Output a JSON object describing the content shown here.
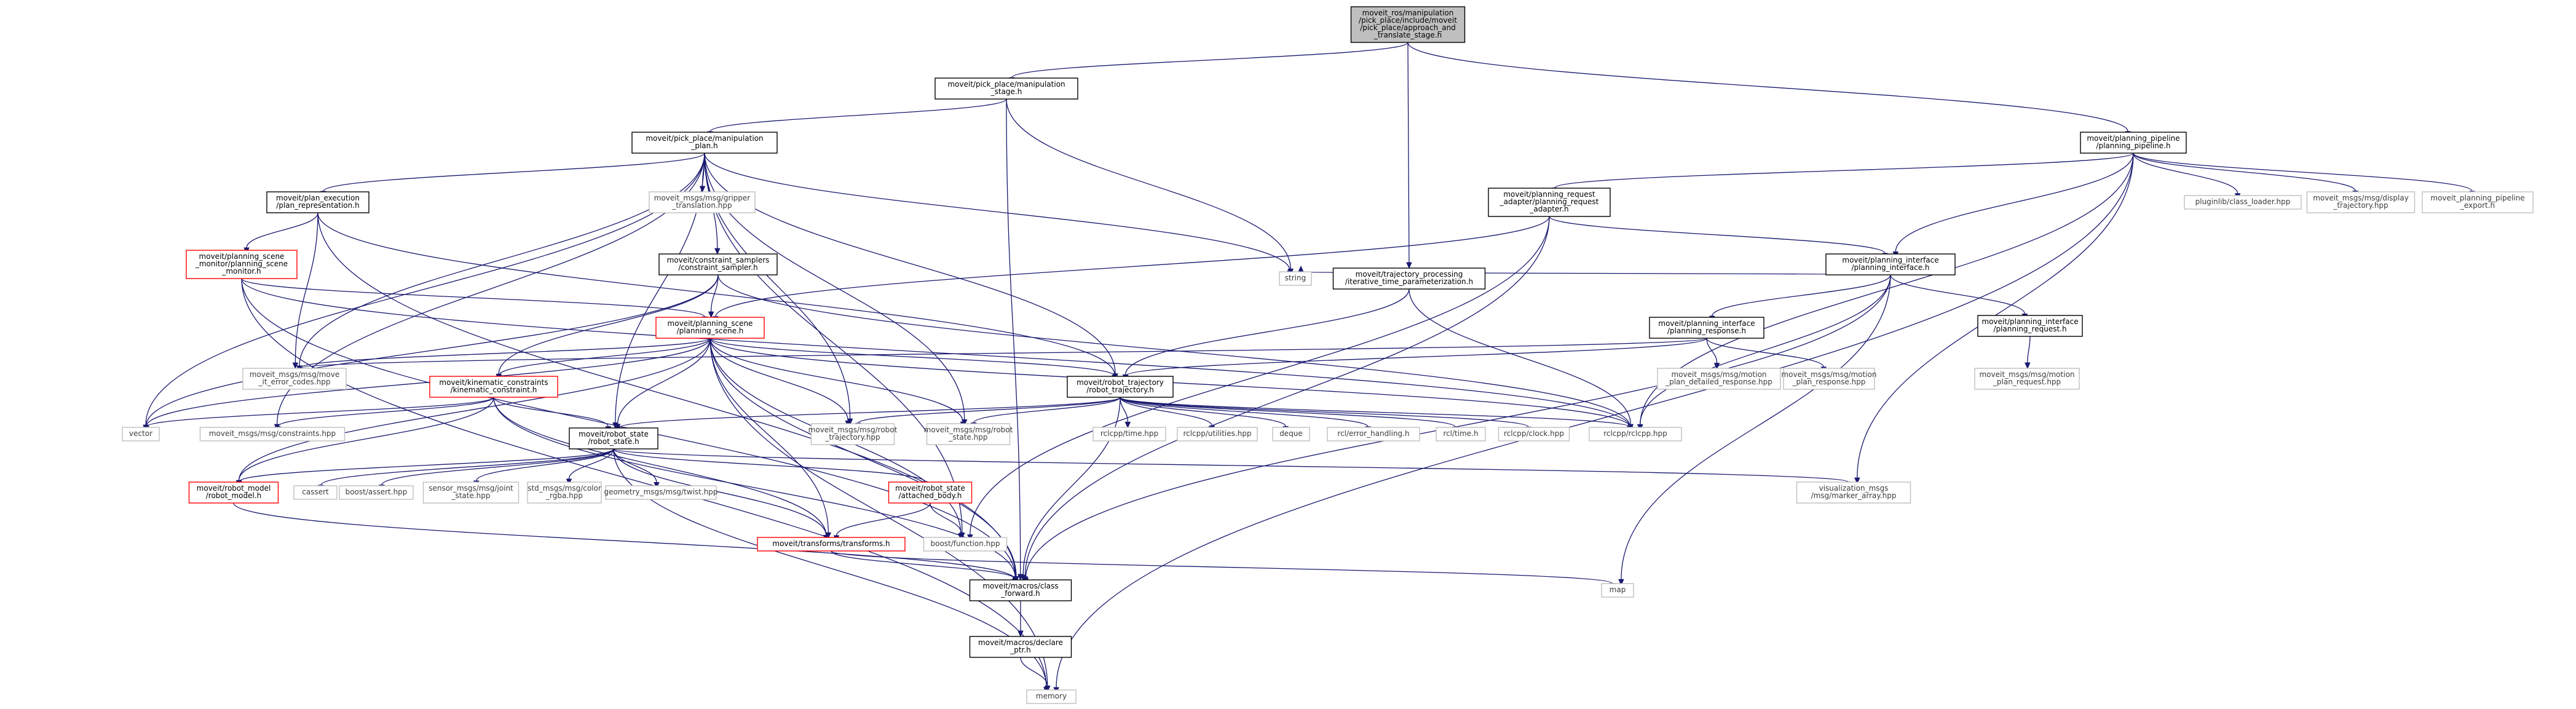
{
  "graph": {
    "title": "",
    "edge_color": "#191970",
    "nodes": [
      {
        "id": "root",
        "kind": "root",
        "label": [
          "moveit_ros/manipulation",
          "/pick_place/include/moveit",
          "/pick_place/approach_and",
          "_translate_stage.h"
        ]
      },
      {
        "id": "mstage",
        "kind": "std",
        "label": [
          "moveit/pick_place/manipulation",
          "_stage.h"
        ]
      },
      {
        "id": "ppl",
        "kind": "std",
        "label": [
          "moveit/planning_pipeline",
          "/planning_pipeline.h"
        ]
      },
      {
        "id": "mplan",
        "kind": "std",
        "label": [
          "moveit/pick_place/manipulation",
          "_plan.h"
        ]
      },
      {
        "id": "preq",
        "kind": "std",
        "label": [
          "moveit/planning_request",
          "_adapter/planning_request",
          "_adapter.h"
        ]
      },
      {
        "id": "pluginlib",
        "kind": "ext",
        "label": [
          "pluginlib/class_loader.hpp"
        ]
      },
      {
        "id": "disptraj",
        "kind": "ext",
        "label": [
          "moveit_msgs/msg/display",
          "_trajectory.hpp"
        ]
      },
      {
        "id": "ppexport",
        "kind": "ext",
        "label": [
          "moveit_planning_pipeline",
          "_export.h"
        ]
      },
      {
        "id": "pexec",
        "kind": "std",
        "label": [
          "moveit/plan_execution",
          "/plan_representation.h"
        ]
      },
      {
        "id": "gripper",
        "kind": "ext",
        "label": [
          "moveit_msgs/msg/gripper",
          "_translation.hpp"
        ]
      },
      {
        "id": "pint",
        "kind": "std",
        "label": [
          "moveit/planning_interface",
          "/planning_interface.h"
        ]
      },
      {
        "id": "psm",
        "kind": "red",
        "label": [
          "moveit/planning_scene",
          "_monitor/planning_scene",
          "_monitor.h"
        ]
      },
      {
        "id": "csamp",
        "kind": "std",
        "label": [
          "moveit/constraint_samplers",
          "/constraint_sampler.h"
        ]
      },
      {
        "id": "string",
        "kind": "ext",
        "label": [
          "string"
        ]
      },
      {
        "id": "itp",
        "kind": "std",
        "label": [
          "moveit/trajectory_processing",
          "/iterative_time_parameterization.h"
        ]
      },
      {
        "id": "presp",
        "kind": "std",
        "label": [
          "moveit/planning_interface",
          "/planning_response.h"
        ]
      },
      {
        "id": "preqh",
        "kind": "std",
        "label": [
          "moveit/planning_interface",
          "/planning_request.h"
        ]
      },
      {
        "id": "pscene",
        "kind": "red",
        "label": [
          "moveit/planning_scene",
          "/planning_scene.h"
        ]
      },
      {
        "id": "mecodes",
        "kind": "ext",
        "label": [
          "moveit_msgs/msg/move",
          "_it_error_codes.hpp"
        ]
      },
      {
        "id": "mpdr",
        "kind": "ext",
        "label": [
          "moveit_msgs/msg/motion",
          "_plan_detailed_response.hpp"
        ]
      },
      {
        "id": "mpr",
        "kind": "ext",
        "label": [
          "moveit_msgs/msg/motion",
          "_plan_response.hpp"
        ]
      },
      {
        "id": "mpreq",
        "kind": "ext",
        "label": [
          "moveit_msgs/msg/motion",
          "_plan_request.hpp"
        ]
      },
      {
        "id": "kc",
        "kind": "red",
        "label": [
          "moveit/kinematic_constraints",
          "/kinematic_constraint.h"
        ]
      },
      {
        "id": "rtraj",
        "kind": "std",
        "label": [
          "moveit/robot_trajectory",
          "/robot_trajectory.h"
        ]
      },
      {
        "id": "vector",
        "kind": "ext",
        "label": [
          "vector"
        ]
      },
      {
        "id": "constr",
        "kind": "ext",
        "label": [
          "moveit_msgs/msg/constraints.hpp"
        ]
      },
      {
        "id": "rstate",
        "kind": "std",
        "label": [
          "moveit/robot_state",
          "/robot_state.h"
        ]
      },
      {
        "id": "mrt",
        "kind": "ext",
        "label": [
          "moveit_msgs/msg/robot",
          "_trajectory.hpp"
        ]
      },
      {
        "id": "mrs",
        "kind": "ext",
        "label": [
          "moveit_msgs/msg/robot",
          "_state.hpp"
        ]
      },
      {
        "id": "rcltime",
        "kind": "ext",
        "label": [
          "rclcpp/time.hpp"
        ]
      },
      {
        "id": "rclutil",
        "kind": "ext",
        "label": [
          "rclcpp/utilities.hpp"
        ]
      },
      {
        "id": "deque",
        "kind": "ext",
        "label": [
          "deque"
        ]
      },
      {
        "id": "rclerr",
        "kind": "ext",
        "label": [
          "rcl/error_handling.h"
        ]
      },
      {
        "id": "rcltimeh",
        "kind": "ext",
        "label": [
          "rcl/time.h"
        ]
      },
      {
        "id": "rclclock",
        "kind": "ext",
        "label": [
          "rclcpp/clock.hpp"
        ]
      },
      {
        "id": "rclcpp",
        "kind": "ext",
        "label": [
          "rclcpp/rclcpp.hpp"
        ]
      },
      {
        "id": "rmodel",
        "kind": "red",
        "label": [
          "moveit/robot_model",
          "/robot_model.h"
        ]
      },
      {
        "id": "cassert",
        "kind": "ext",
        "label": [
          "cassert"
        ]
      },
      {
        "id": "bassert",
        "kind": "ext",
        "label": [
          "boost/assert.hpp"
        ]
      },
      {
        "id": "joint",
        "kind": "ext",
        "label": [
          "sensor_msgs/msg/joint",
          "_state.hpp"
        ]
      },
      {
        "id": "color",
        "kind": "ext",
        "label": [
          "std_msgs/msg/color",
          "_rgba.hpp"
        ]
      },
      {
        "id": "twist",
        "kind": "ext",
        "label": [
          "geometry_msgs/msg/twist.hpp"
        ]
      },
      {
        "id": "attached",
        "kind": "red",
        "label": [
          "moveit/robot_state",
          "/attached_body.h"
        ]
      },
      {
        "id": "viz",
        "kind": "ext",
        "label": [
          "visualization_msgs",
          "/msg/marker_array.hpp"
        ]
      },
      {
        "id": "transforms",
        "kind": "red",
        "label": [
          "moveit/transforms/transforms.h"
        ]
      },
      {
        "id": "bfunc",
        "kind": "ext",
        "label": [
          "boost/function.hpp"
        ]
      },
      {
        "id": "map",
        "kind": "ext",
        "label": [
          "map"
        ]
      },
      {
        "id": "cfwd",
        "kind": "std",
        "label": [
          "moveit/macros/class",
          "_forward.h"
        ]
      },
      {
        "id": "declptr",
        "kind": "std",
        "label": [
          "moveit/macros/declare",
          "_ptr.h"
        ]
      },
      {
        "id": "memory",
        "kind": "ext",
        "label": [
          "memory"
        ]
      }
    ]
  }
}
